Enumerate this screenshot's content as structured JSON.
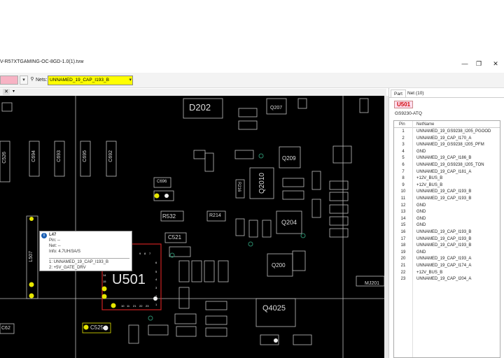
{
  "window": {
    "title": "V-R57XTGAMING-OC-8GD-1.0(1).tvw",
    "minimize": "—",
    "restore": "❐",
    "close": "✕"
  },
  "toolbar": {
    "nets_label": "Nets:",
    "nets_value": "UNNAMED_19_CAP_I193_B"
  },
  "board": {
    "component_labels": [
      "D202",
      "U501",
      "Q4025",
      "Q2010",
      "Q204",
      "Q200",
      "Q209",
      "Q207",
      "MJ201",
      "C525",
      "C521",
      "R532",
      "R214",
      "R216",
      "C696",
      "C526",
      "C694",
      "C693",
      "C695",
      "C692",
      "L507",
      "C62"
    ],
    "colors": {
      "background": "#000000",
      "outline": "#cfcfcf",
      "highlight": "#e6e600",
      "pad": "#ffffff",
      "part": "#cc2222"
    }
  },
  "tooltip": {
    "part": "L47",
    "pin": "Pin: --",
    "net": "Net: --",
    "info": "Info: 4.7UH/3A/S",
    "line1": "1: UNNAMED_19_CAP_I193_B",
    "line2": "2: +5V_GATE_DRV"
  },
  "panel": {
    "tabs": [
      "Part",
      "Net (10)"
    ],
    "part_name": "U501",
    "part_value": "GS9230-ATQ",
    "table_headers": [
      "Pin",
      "NetName"
    ],
    "pins": [
      {
        "pin": "1",
        "net": "UNNAMED_19_GS9238_I205_PGOOD"
      },
      {
        "pin": "2",
        "net": "UNNAMED_19_CAP_I170_A"
      },
      {
        "pin": "3",
        "net": "UNNAMED_19_GS9238_I205_PFM"
      },
      {
        "pin": "4",
        "net": "GND"
      },
      {
        "pin": "5",
        "net": "UNNAMED_19_CAP_I186_B"
      },
      {
        "pin": "6",
        "net": "UNNAMED_19_GS9238_I205_TON"
      },
      {
        "pin": "7",
        "net": "UNNAMED_19_CAP_I181_A"
      },
      {
        "pin": "8",
        "net": "+12V_BUS_B"
      },
      {
        "pin": "9",
        "net": "+12V_BUS_B"
      },
      {
        "pin": "10",
        "net": "UNNAMED_19_CAP_I193_B"
      },
      {
        "pin": "11",
        "net": "UNNAMED_19_CAP_I193_B"
      },
      {
        "pin": "12",
        "net": "GND"
      },
      {
        "pin": "13",
        "net": "GND"
      },
      {
        "pin": "14",
        "net": "GND"
      },
      {
        "pin": "15",
        "net": "GND"
      },
      {
        "pin": "16",
        "net": "UNNAMED_19_CAP_I193_B"
      },
      {
        "pin": "17",
        "net": "UNNAMED_19_CAP_I193_B"
      },
      {
        "pin": "18",
        "net": "UNNAMED_19_CAP_I193_B"
      },
      {
        "pin": "19",
        "net": "GND"
      },
      {
        "pin": "20",
        "net": "UNNAMED_19_CAP_I193_A"
      },
      {
        "pin": "21",
        "net": "UNNAMED_19_CAP_I174_A"
      },
      {
        "pin": "22",
        "net": "+12V_BUS_B"
      },
      {
        "pin": "23",
        "net": "UNNAMED_19_CAP_I204_A"
      }
    ]
  }
}
